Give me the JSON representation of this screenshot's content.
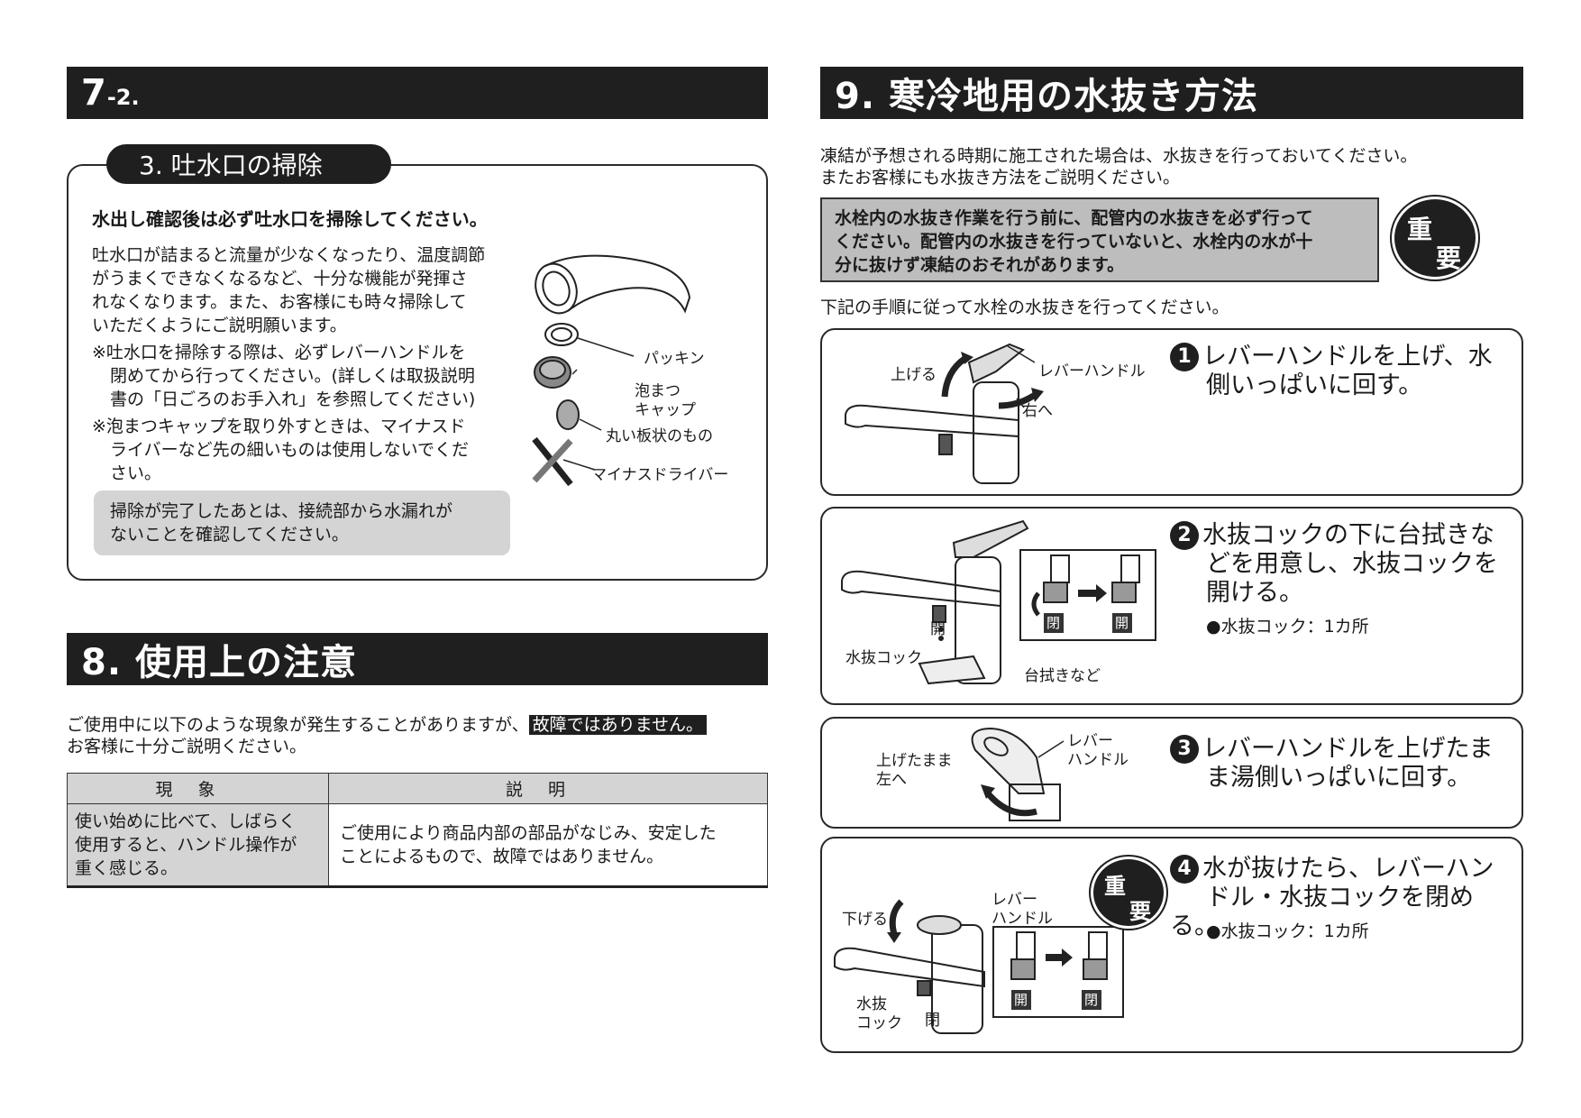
{
  "left": {
    "header": {
      "main": "7",
      "sub": "-2."
    },
    "sec3": {
      "title": "3. 吐水口の掃除",
      "lead": "水出し確認後は必ず吐水口を掃除してください。",
      "body": [
        "吐水口が詰まると流量が少なくなったり、温度調節",
        "がうまくできなくなるなど、十分な機能が発揮さ",
        "れなくなります。また、お客様にも時々掃除して",
        "いただくようにご説明願います。"
      ],
      "note1": [
        "※吐水口を掃除する際は、必ずレバーハンドルを",
        "閉めてから行ってください。(詳しくは取扱説明",
        "書の「日ごろのお手入れ」を参照してください)"
      ],
      "note2": [
        "※泡まつキャップを取り外すときは、マイナスド",
        "ライバーなど先の細いものは使用しないでくだ",
        "さい。"
      ],
      "gray_note": [
        "掃除が完了したあとは、接続部から水漏れが",
        "ないことを確認してください。"
      ],
      "labels": {
        "packing": "パッキン",
        "cap": [
          "泡まつ",
          "キャップ"
        ],
        "disc": "丸い板状のもの",
        "driver": "マイナスドライバー"
      }
    },
    "sec8": {
      "title": "8. 使用上の注意",
      "intro_pre": "ご使用中に以下のような現象が発生することがありますが、",
      "intro_hl": "故障ではありません。",
      "intro_line2": "お客様に十分ご説明ください。",
      "table": {
        "headers": [
          "現象",
          "説明"
        ],
        "rows": [
          {
            "phenomenon": [
              "使い始めに比べて、しばらく",
              "使用すると、ハンドル操作が",
              "重く感じる。"
            ],
            "explanation": [
              "ご使用により商品内部の部品がなじみ、安定した",
              "ことによるもので、故障ではありません。"
            ]
          }
        ]
      }
    }
  },
  "right": {
    "header": "9. 寒冷地用の水抜き方法",
    "intro": [
      "凍結が予想される時期に施工された場合は、水抜きを行っておいてください。",
      "またお客様にも水抜き方法をご説明ください。"
    ],
    "warning": [
      "水栓内の水抜き作業を行う前に、配管内の水抜きを必ず行って",
      "ください。配管内の水抜きを行っていないと、水栓内の水が十",
      "分に抜けず凍結のおそれがあります。"
    ],
    "badge": [
      "重",
      "要"
    ],
    "follow": "下記の手順に従って水栓の水抜きを行ってください。",
    "steps": [
      {
        "num": "1",
        "lines": [
          "レバーハンドルを上げ、水",
          "側いっぱいに回す。"
        ],
        "labels": {
          "up": "上げる",
          "lever": "レバーハンドル",
          "right": "右へ"
        }
      },
      {
        "num": "2",
        "lines": [
          "水抜コックの下に台拭きな",
          "どを用意し、水抜コックを",
          "開ける。"
        ],
        "sub": "●水抜コック：1カ所",
        "labels": {
          "open": "開",
          "cock": "水抜コック",
          "cloth": "台拭きなど",
          "inset_left": "閉",
          "inset_right": "開"
        }
      },
      {
        "num": "3",
        "lines": [
          "レバーハンドルを上げたま",
          "ま湯側いっぱいに回す。"
        ],
        "labels": {
          "lever": [
            "レバー",
            "ハンドル"
          ],
          "left": [
            "上げたまま",
            "左へ"
          ]
        }
      },
      {
        "num": "4",
        "lines": [
          "水が抜けたら、レバーハン",
          "ドル・水抜コックを閉める。"
        ],
        "sub": "●水抜コック：1カ所",
        "labels": {
          "down": "下げる",
          "lever": [
            "レバー",
            "ハンドル"
          ],
          "cock": [
            "水抜",
            "コック"
          ],
          "close": "閉",
          "inset_left": "開",
          "inset_right": "閉"
        }
      }
    ]
  }
}
